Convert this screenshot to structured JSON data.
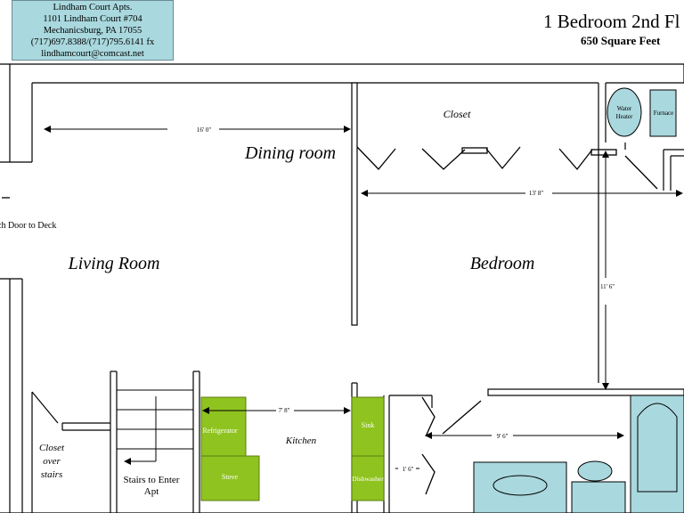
{
  "info": {
    "line1": "Lindham Court Apts.",
    "line2": "1101 Lindham Court #704",
    "line3": "Mechanicsburg, PA 17055",
    "line4": "(717)697.8388/(717)795.6141 fx",
    "line5": "lindhamcourt@comcast.net"
  },
  "title": "1 Bedroom 2nd Fl",
  "subtitle": "650 Square Feet",
  "rooms": {
    "dining": "Dining room",
    "living": "Living Room",
    "bedroom": "Bedroom",
    "kitchen": "Kitchen",
    "closet_top": "Closet",
    "closet_stairs_1": "Closet",
    "closet_stairs_2": "over",
    "closet_stairs_3": "stairs",
    "stairs_1": "Stairs to Enter",
    "stairs_2": "Apt",
    "deck_door": "ch Door to Deck"
  },
  "fixtures": {
    "water_heater_1": "Water",
    "water_heater_2": "Heater",
    "furnace": "Furnace",
    "refrigerator": "Refrigerator",
    "stove": "Stove",
    "sink": "Sink",
    "dishwasher": "Dishwasher"
  },
  "dimensions": {
    "living_width": "16' 0\"",
    "bedroom_width": "13' 8\"",
    "bedroom_depth": "11' 6\"",
    "kitchen_width": "7' 8\"",
    "bath_width": "9' 6\"",
    "bath_door": "1' 6\""
  },
  "colors": {
    "appliance": "#8fc31f",
    "fixture": "#a9d8de",
    "wall": "#000000"
  }
}
